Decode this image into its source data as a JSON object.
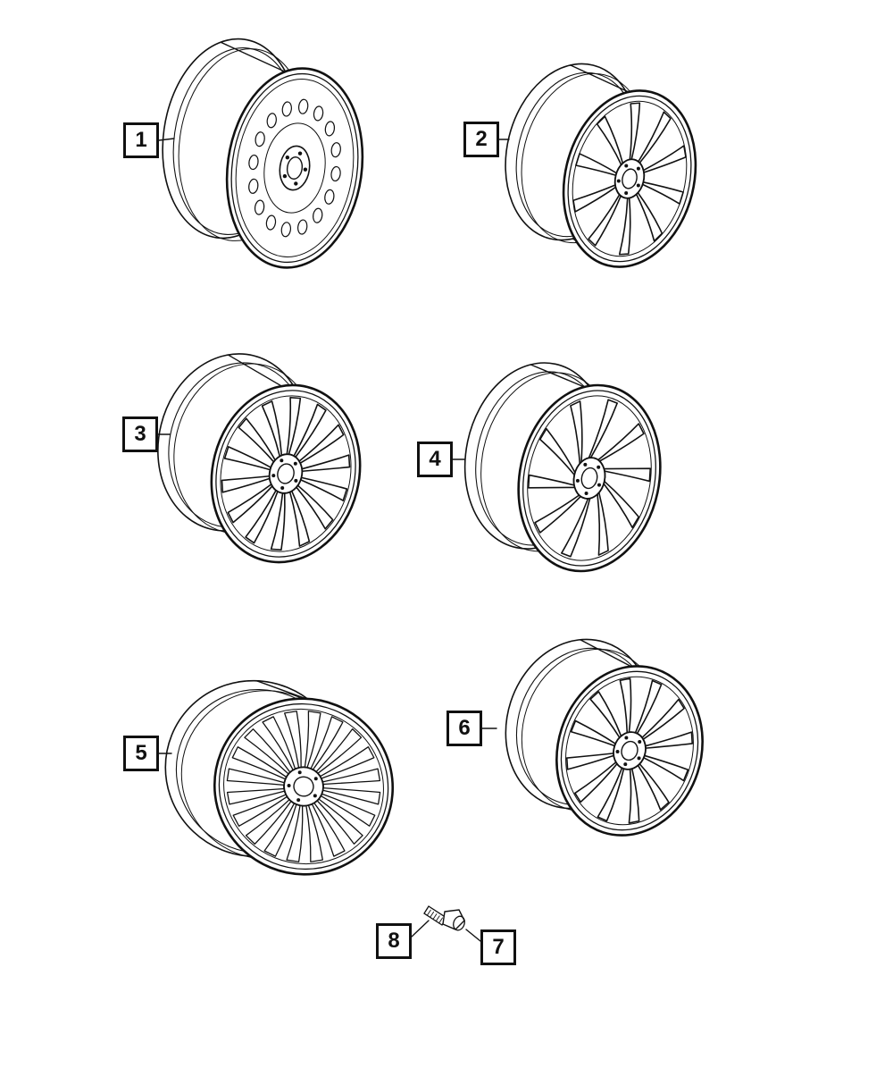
{
  "callouts": {
    "c1": "1",
    "c2": "2",
    "c3": "3",
    "c4": "4",
    "c5": "5",
    "c6": "6",
    "c7": "7",
    "c8": "8"
  },
  "colors": {
    "line": "#111111",
    "background": "#ffffff"
  },
  "wheels": [
    {
      "id": "wheel-1",
      "style": "steel-holes"
    },
    {
      "id": "wheel-2",
      "style": "five-y-spoke"
    },
    {
      "id": "wheel-3",
      "style": "split-spoke"
    },
    {
      "id": "wheel-4",
      "style": "twisted-spoke"
    },
    {
      "id": "wheel-5",
      "style": "multi-spoke"
    },
    {
      "id": "wheel-6",
      "style": "double-spoke"
    }
  ]
}
